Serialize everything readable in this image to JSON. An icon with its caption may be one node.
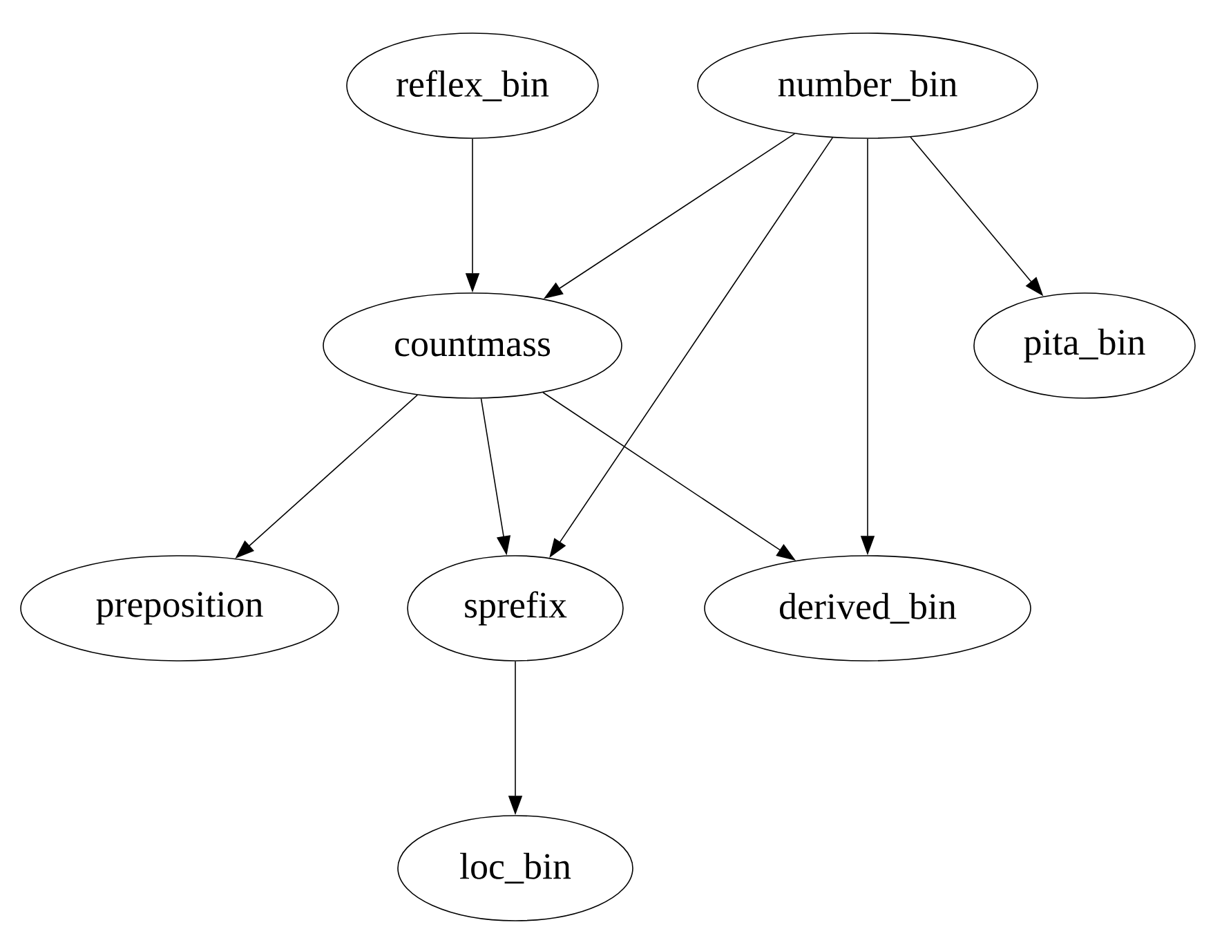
{
  "diagram": {
    "nodes": [
      {
        "text": [
          "reflex_bin"
        ]
      },
      {
        "text": [
          "number_bin"
        ]
      },
      {
        "text": [
          "countmass"
        ]
      },
      {
        "text": [
          "pita_bin"
        ]
      },
      {
        "text": [
          "preposition"
        ]
      },
      {
        "text": [
          "sprefix"
        ]
      },
      {
        "text": [
          "derived_bin"
        ]
      },
      {
        "text": [
          "loc_bin"
        ]
      }
    ],
    "edges": [
      {
        "from": 0,
        "to": 2,
        "arrow": "to"
      },
      {
        "from": 1,
        "to": 2,
        "arrow": "to"
      },
      {
        "from": 1,
        "to": 5,
        "arrow": "to"
      },
      {
        "from": 1,
        "to": 6,
        "arrow": "to"
      },
      {
        "from": 1,
        "to": 3,
        "arrow": "to"
      },
      {
        "from": 2,
        "to": 4,
        "arrow": "to"
      },
      {
        "from": 2,
        "to": 5,
        "arrow": "to"
      },
      {
        "from": 2,
        "to": 6,
        "arrow": "to"
      },
      {
        "from": 5,
        "to": 7,
        "arrow": "to"
      }
    ]
  }
}
